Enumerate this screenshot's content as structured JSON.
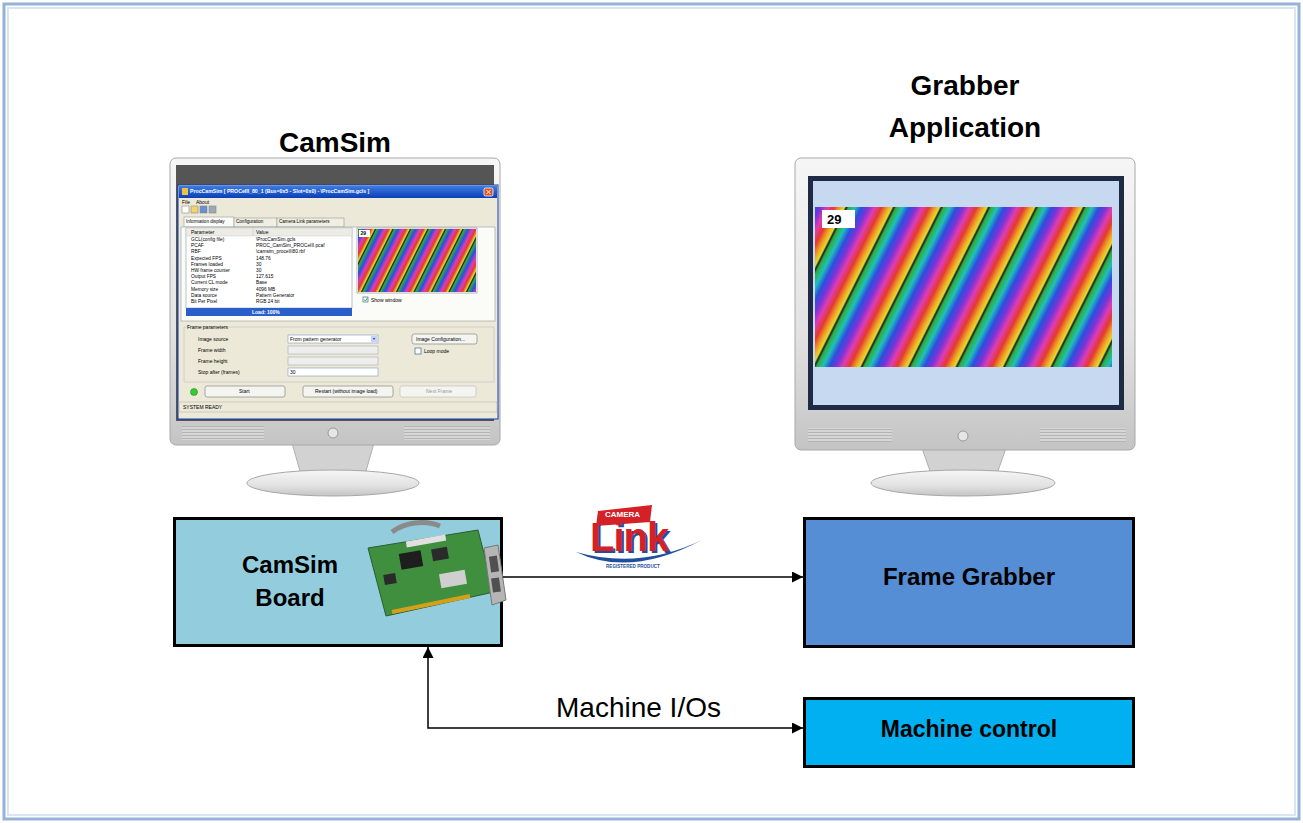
{
  "diagram": {
    "nodes": [
      {
        "text": [
          "CamSim"
        ]
      },
      {
        "text": [
          "Grabber Application"
        ]
      },
      {
        "text": [
          "CamSim Board"
        ]
      },
      {
        "text": [
          "Frame Grabber"
        ]
      },
      {
        "text": [
          "Machine control"
        ]
      }
    ],
    "edges": [
      {
        "from": 2,
        "to": 3,
        "arrow": "to"
      },
      {
        "from": 2,
        "to": 4,
        "label": "Machine I/Os",
        "arrow": "both"
      }
    ],
    "labels": [
      "ProcCamSim [ PROCeIII_80_1 (Bus=0x5 - Slot=0x0) - \\ProcCamSim.gcls ]",
      "File",
      "About",
      "Information display",
      "Configuration",
      "Camera Link parameters",
      "Parameter",
      "Value",
      "GCL(config file)",
      "\\ProcCamSim.gcls",
      "PCAF",
      "PROC_CamSim_PROCeIII.pcaf",
      "RBF",
      "\\camsim_proceIII80.rbf",
      "Expected FPS",
      "148.76",
      "Frames loaded",
      "30",
      "HW frame counter",
      "30",
      "Output FPS",
      "127.615",
      "Current CL mode",
      "Base",
      "Memory size",
      "4096 MB",
      "Data source",
      "Pattern Generator",
      "Bit Per Pixel",
      "RGB 24 bit",
      "29",
      "Show window",
      "Load: 100%",
      "Frame parameters",
      "Image source",
      "From pattern generator",
      "Image Configuration...",
      "Frame width",
      "Loop mode",
      "Frame height",
      "Stop after (frames)",
      "30",
      "Start",
      "Restart (without image load)",
      "Next Frame",
      "SYSTEM READY",
      "29",
      "CAMERA",
      "Link",
      "REGISTERED PRODUCT"
    ]
  }
}
